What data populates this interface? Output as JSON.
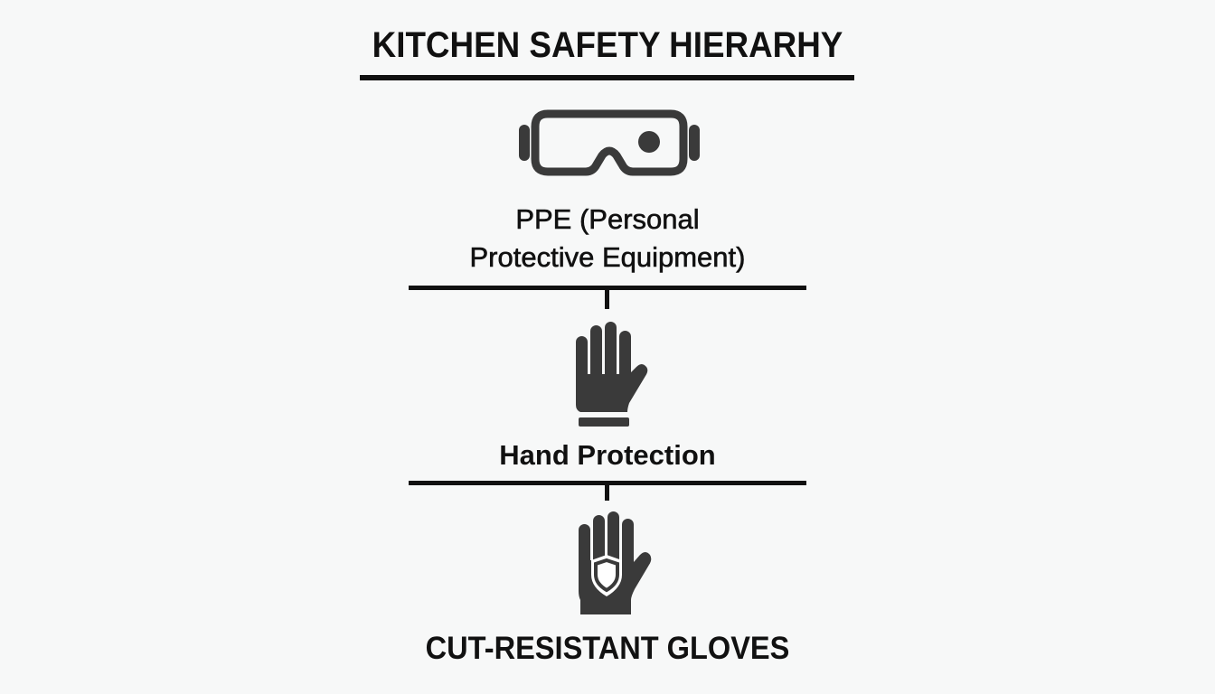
{
  "title": "KITCHEN SAFETY HIERARHY",
  "levels": [
    {
      "icon": "goggles-icon",
      "label_lines": [
        "PPE (Personal",
        "Protective Equipment)"
      ]
    },
    {
      "icon": "hand-icon",
      "label": "Hand Protection"
    },
    {
      "icon": "cut-resistant-glove-icon",
      "label": "CUT-RESISTANT GLOVES"
    }
  ],
  "colors": {
    "background": "#f7f8f8",
    "ink": "#111111",
    "icon_fill": "#3a3a3a",
    "shield_fill": "#ffffff"
  }
}
